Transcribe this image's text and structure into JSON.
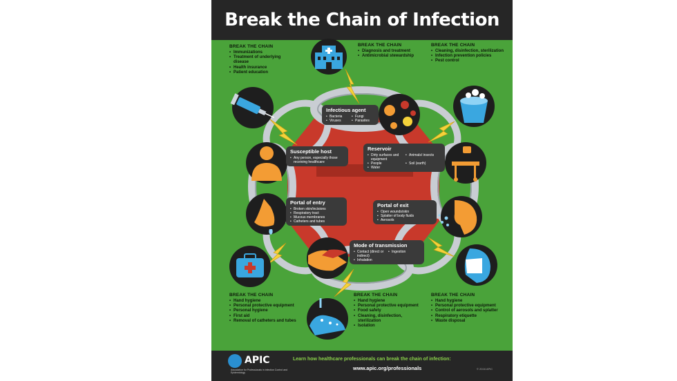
{
  "title": "Break the Chain of Infection",
  "colors": {
    "background": "#4aa33a",
    "dark": "#262626",
    "stage_box": "#3a3a3a",
    "link": "#c9cdd3",
    "center": "#c8392b",
    "icon_accent": "#f39c34",
    "lightning": "#f5d23a",
    "footer_learn": "#8ad14a",
    "water_blue": "#3aa7e0"
  },
  "break_the_chain": [
    {
      "heading": "BREAK THE CHAIN",
      "items": [
        "Immunizations",
        "Treatment of underlying disease",
        "Health insurance",
        "Patient education"
      ]
    },
    {
      "heading": "BREAK THE CHAIN",
      "items": [
        "Diagnosis and treatment",
        "Antimicrobial stewardship"
      ]
    },
    {
      "heading": "BREAK THE CHAIN",
      "items": [
        "Cleaning, disinfection, sterilization",
        "Infection prevention policies",
        "Pest control"
      ]
    },
    {
      "heading": "BREAK THE CHAIN",
      "items": [
        "Hand hygiene",
        "Personal protective equipment",
        "Personal hygiene",
        "First aid",
        "Removal of catheters and tubes"
      ]
    },
    {
      "heading": "BREAK THE CHAIN",
      "items": [
        "Hand hygiene",
        "Personal protective equipment",
        "Food safety",
        "Cleaning, disinfection, sterilization",
        "Isolation"
      ]
    },
    {
      "heading": "BREAK THE CHAIN",
      "items": [
        "Hand hygiene",
        "Personal protective equipment",
        "Control of aerosols and splatter",
        "Respiratory etiquette",
        "Waste disposal"
      ]
    }
  ],
  "stages": {
    "infectious_agent": {
      "title": "Infectious agent",
      "items": [
        "Bacteria",
        "Fungi",
        "Viruses",
        "Parasites"
      ]
    },
    "reservoir": {
      "title": "Reservoir",
      "items": [
        "Dirty surfaces and equipment",
        "Animals/ insects",
        "People",
        "Soil (earth)",
        "Water"
      ]
    },
    "portal_of_exit": {
      "title": "Portal of exit",
      "items": [
        "Open wounds/skin",
        "Splatter of body fluids",
        "Aerosols"
      ]
    },
    "mode_of_transmission": {
      "title": "Mode of transmission",
      "items": [
        "Contact (direct or indirect)",
        "Ingestion",
        "Inhalation"
      ]
    },
    "portal_of_entry": {
      "title": "Portal of entry",
      "items": [
        "Broken skin/incisions",
        "Respiratory tract",
        "Mucous membranes",
        "Catheters and tubes"
      ]
    },
    "susceptible_host": {
      "title": "Susceptible host",
      "items": [
        "Any person, especially those receiving healthcare"
      ]
    }
  },
  "icons": [
    "hospital-icon",
    "syringe-icon",
    "germs-icon",
    "bucket-icon",
    "person-icon",
    "gurney-icon",
    "nose-icon",
    "cough-icon",
    "first-aid-kit-icon",
    "handshake-icon",
    "handwashing-icon",
    "face-mask-icon",
    "lightning-icon"
  ],
  "footer": {
    "logo": "APIC",
    "org": "Association for Professionals in Infection Control and Epidemiology",
    "learn_text": "Learn how healthcare professionals can break the chain of infection:",
    "url": "www.apic.org/professionals",
    "copyright": "© 2016 APIC"
  }
}
